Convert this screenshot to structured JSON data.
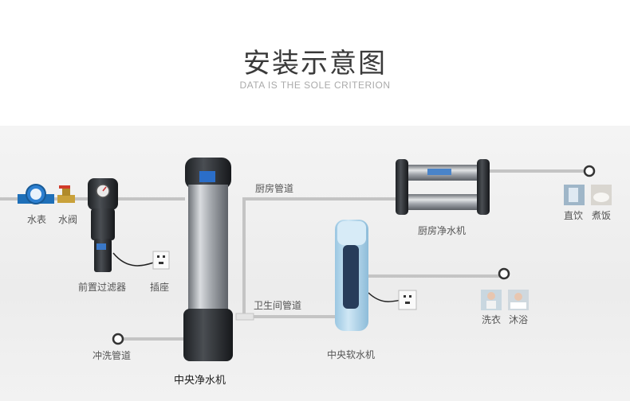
{
  "header": {
    "title": "安装示意图",
    "subtitle": "DATA IS THE SOLE CRITERION"
  },
  "labels": {
    "water_meter": "水表",
    "valve": "水阀",
    "prefilter": "前置过滤器",
    "socket": "插座",
    "flush_pipe": "冲洗管道",
    "central_purifier": "中央净水机",
    "kitchen_pipe": "厨房管道",
    "kitchen_purifier": "厨房净水机",
    "bathroom_pipe": "卫生间管道",
    "central_softener": "中央软水机",
    "drinking": "直饮",
    "cooking": "煮饭",
    "laundry": "洗衣",
    "bathing": "沐浴"
  },
  "colors": {
    "pipe": "#bdbdbd",
    "text": "#555555",
    "softener": "#a9d4ec",
    "steel": "#8f949a"
  },
  "icons": [
    "water-meter-icon",
    "valve-icon",
    "prefilter-icon",
    "socket-icon",
    "pipe-end-icon",
    "purifier-icon",
    "softener-icon",
    "kitchen-filter-icon",
    "drink-photo-icon",
    "rice-photo-icon",
    "laundry-photo-icon",
    "bath-photo-icon"
  ]
}
